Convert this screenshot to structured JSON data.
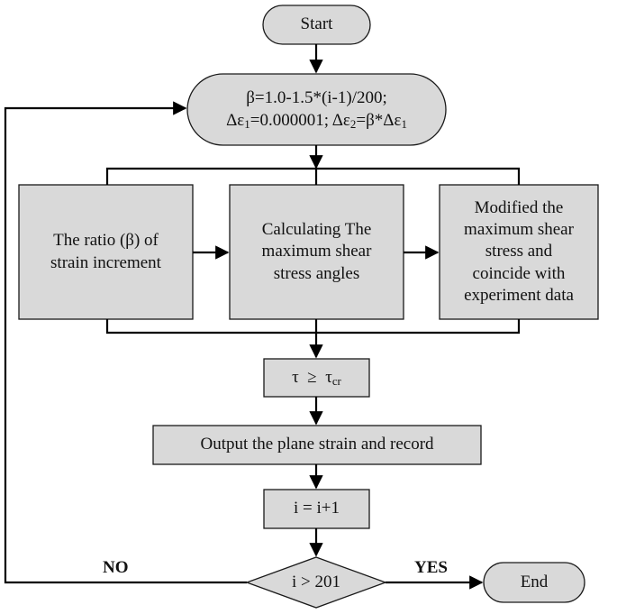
{
  "nodes": {
    "start": {
      "text": "Start"
    },
    "init": {
      "line1": "β=1.0-1.5*(i-1)/200;",
      "line2": {
        "d1_pre": "Δε",
        "d1_sub": "1",
        "d1_post": "=0.000001; Δε",
        "d2_sub": "2",
        "d2_post": "=β*Δε",
        "d3_sub": "1"
      }
    },
    "ratio": {
      "line1": "The ratio (β) of",
      "line2": "strain increment"
    },
    "calc": {
      "line1": "Calculating The",
      "line2": "maximum shear",
      "line3": "stress angles"
    },
    "modified": {
      "line1": "Modified the",
      "line2": "maximum shear",
      "line3": "stress and",
      "line4": "coincide with",
      "line5": "experiment data"
    },
    "condition": {
      "pre": "τ  ≥  τ",
      "sub": "cr"
    },
    "output": {
      "text": "Output the plane strain and record"
    },
    "increment": {
      "text": "i = i+1"
    },
    "decision": {
      "text": "i > 201"
    },
    "end": {
      "text": "End"
    }
  },
  "edge_labels": {
    "no": "NO",
    "yes": "YES"
  },
  "colors": {
    "fill": "#d9d9d9",
    "stroke": "#1a1a1a",
    "line": "#000000"
  }
}
